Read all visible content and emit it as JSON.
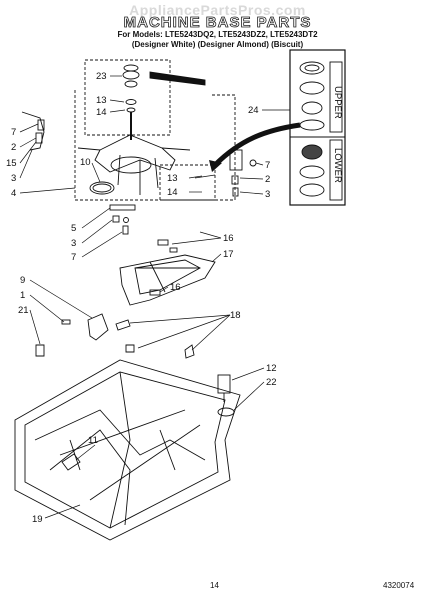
{
  "header": {
    "watermark": "AppliancePartsPros.com",
    "title": "MACHINE BASE PARTS",
    "models": "For Models: LTE5243DQ2, LTE5243DZ2, LTE5243DT2",
    "variants": "(Designer White) (Designer Almond) (Biscuit)"
  },
  "diagram": {
    "parts": {
      "p1": "1",
      "p2a": "2",
      "p2b": "2",
      "p3a": "3",
      "p3b": "3",
      "p3c": "3",
      "p4": "4",
      "p5": "5",
      "p7a": "7",
      "p7b": "7",
      "p7c": "7",
      "p9": "9",
      "p10": "10",
      "p11": "11",
      "p12": "12",
      "p13a": "13",
      "p13b": "13",
      "p14a": "14",
      "p14b": "14",
      "p15": "15",
      "p16a": "16",
      "p16b": "16",
      "p17": "17",
      "p18": "18",
      "p19": "19",
      "p21": "21",
      "p22": "22",
      "p23": "23",
      "p24": "24"
    },
    "side_labels": {
      "upper": "UPPER",
      "lower": "LOWER"
    }
  },
  "footer": {
    "page": "14",
    "doc": "4320074"
  }
}
